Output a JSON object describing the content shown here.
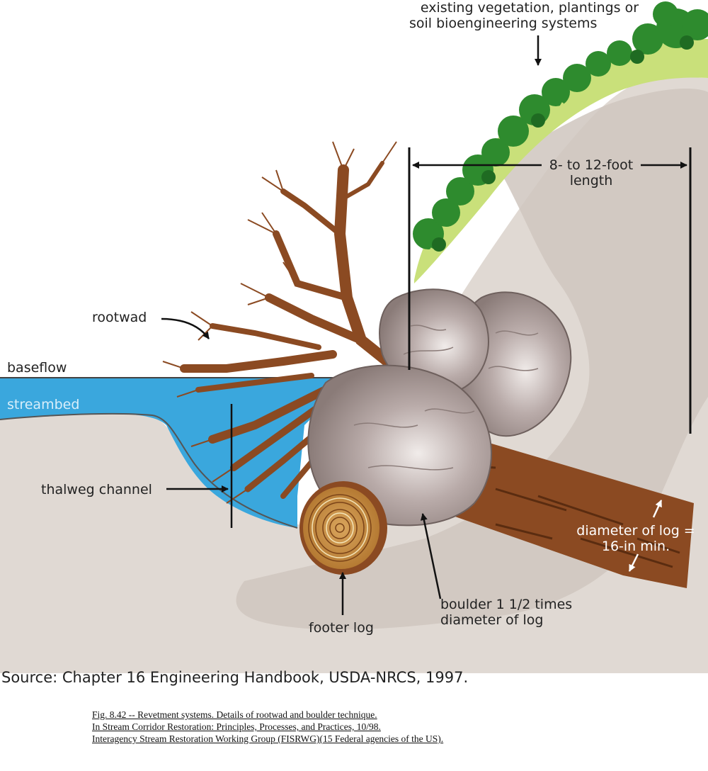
{
  "labels": {
    "vegetation_line1": "existing vegetation, plantings or",
    "vegetation_line2": "soil bioengineering systems",
    "length_line1": "8- to 12-foot",
    "length_line2": "length",
    "rootwad": "rootwad",
    "baseflow": "baseflow",
    "streambed": "streambed",
    "thalweg": "thalweg channel",
    "diameter_line1": "diameter of log =",
    "diameter_line2": "16-in min.",
    "boulder_line1": "boulder 1 1/2 times",
    "boulder_line2": "diameter of log",
    "footer_log": "footer log"
  },
  "source": "Source: Chapter 16 Engineering Handbook, USDA-NRCS, 1997.",
  "caption": [
    "Fig. 8.42 -- Revetment systems.  Details of rootwad and boulder technique.",
    "In Stream Corridor Restoration: Principles, Processes, and Practices, 10/98.",
    "Interagency Stream Restoration Working Group (FISRWG)(15 Federal agencies of the US)."
  ],
  "colors": {
    "soil": "#e0d9d3",
    "soil_shadow": "#cfc6be",
    "water": "#3aa7dd",
    "wood": "#8b4a22",
    "wood_dark": "#5a2c10",
    "boulder": "#b8aaa8",
    "vegetation": "#2e8b2e",
    "grass": "#c9e07a"
  }
}
